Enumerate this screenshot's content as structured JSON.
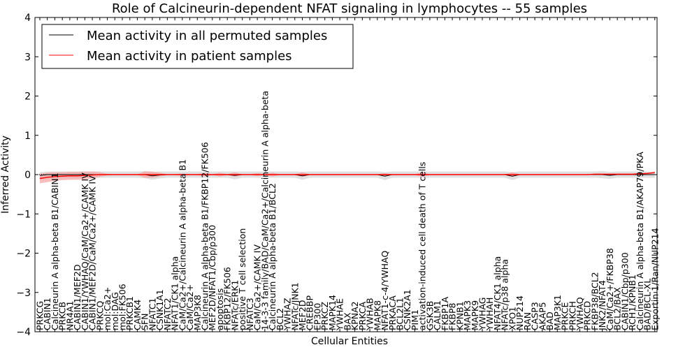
{
  "chart_data": {
    "type": "line",
    "title": "Role of Calcineurin-dependent NFAT signaling in lymphocytes -- 55 samples",
    "xlabel": "Cellular Entities",
    "ylabel": "Inferred Activity",
    "ylim": [
      -4,
      4
    ],
    "yticks": [
      -4,
      -3,
      -2,
      -1,
      0,
      1,
      2,
      3,
      4
    ],
    "grid": false,
    "legend_position": "top-left",
    "categories": [
      "PRKCG",
      "CABIN1",
      "Calcineurin A alpha-beta B1/CABIN1",
      "PRKCB",
      "NR4A1",
      "CABIN1/MEF2D",
      "CABIN1/YWHAQ/CaM/Ca2+/CAMK IV",
      "CABIN1/MEF2D/CaM/Ca2+/CAMK IV",
      "PRKCQ",
      "mol:Ca2+",
      "mol:DAG",
      "mol:FK506",
      "PRKCB1",
      "CAMK4",
      "SFN",
      "NFATC1",
      "CSNK1A1",
      "NFATC2",
      "NFAT1/CK1 alpha",
      "CaM/Ca2+/Calcineurin A alpha-beta B1",
      "CaM/Ca2+",
      "MAP3K8",
      "Calcineurin A alpha-beta B1/FKBP12/FK506",
      "MEF2D/NFAT1/Cbp/p300",
      "apoptosis",
      "FKBP12/FK506",
      "NFATc/ERK1",
      "positive T cell selection",
      "NFATC3",
      "CaM/Ca2+/CAMK IV",
      "14-3-3 family/BAD/CaM/Ca2+/Calcineurin A alpha-beta",
      "Calcineurin A alpha-beta B1/BCL2",
      "BCL2",
      "YWHAZ",
      "NFATc/JNK1",
      "MEF2D",
      "CREBBP",
      "EP300",
      "PRKCZ",
      "MAPK14",
      "YWHAE",
      "BAX",
      "KPNA2",
      "PRKCA",
      "YWHAB",
      "MAPK8",
      "NFAT1-c-4/YWHAQ",
      "PRKACA",
      "BCL2L1",
      "CSNK2A1",
      "PIM1",
      "activation-induced cell death of T cells",
      "GSK3B",
      "CALM1",
      "FKBP1A",
      "FKBP8",
      "KPNB1",
      "MAPK3",
      "MAPK9",
      "YWHAG",
      "YWHAH",
      "NFAT4/CK1 alpha",
      "NFATc/p38 alpha",
      "XPO1",
      "NUP214",
      "RAN",
      "CASP3",
      "AKAP5",
      "BAD",
      "MAP3K1",
      "PRKCE",
      "PRKCH",
      "YWHAQ",
      "PRKCD",
      "FKBP38/BCL2",
      "JNK2/NFAT4",
      "CaM/Ca2+/FKBP38",
      "BCL2/BAX",
      "CABIN1/Cbp/p300",
      "RCH1/KPNB1",
      "Calcineurin A alpha-beta B1/AKAP79/PKA",
      "BAD/BCL-XL",
      "Exportin 1/Ran/NUP214"
    ],
    "series": [
      {
        "name": "Mean activity in all permuted samples",
        "color": "#000000",
        "band_color": "#cccccc",
        "values": [
          -0.02,
          0,
          0,
          0,
          0,
          0,
          0,
          0,
          0,
          0,
          0,
          0,
          0,
          0,
          0,
          -0.03,
          -0.01,
          0,
          0,
          0,
          0,
          0,
          0,
          0,
          0,
          0,
          -0.02,
          0,
          0,
          0,
          0,
          0,
          0,
          0,
          0,
          -0.03,
          0,
          0,
          0,
          0,
          0,
          0,
          0,
          0,
          0,
          0,
          -0.04,
          0,
          0,
          0,
          0,
          0,
          0,
          0,
          0,
          0,
          0,
          0,
          0,
          0,
          0,
          0,
          0,
          -0.04,
          0,
          0,
          0,
          0,
          0,
          0,
          0,
          0,
          0,
          0,
          0,
          0,
          -0.02,
          0,
          0,
          0,
          0,
          0,
          0
        ],
        "band": [
          0.08,
          0.08,
          0.08,
          0.08,
          0.08,
          0.08,
          0.08,
          0.08,
          0.08,
          0.08,
          0.08,
          0.08,
          0.08,
          0.08,
          0.09,
          0.1,
          0.09,
          0.08,
          0.08,
          0.08,
          0.08,
          0.08,
          0.08,
          0.08,
          0.08,
          0.08,
          0.1,
          0.08,
          0.08,
          0.08,
          0.08,
          0.08,
          0.08,
          0.08,
          0.08,
          0.1,
          0.08,
          0.08,
          0.08,
          0.08,
          0.08,
          0.08,
          0.08,
          0.08,
          0.08,
          0.08,
          0.1,
          0.08,
          0.08,
          0.08,
          0.08,
          0.08,
          0.08,
          0.08,
          0.08,
          0.08,
          0.08,
          0.08,
          0.08,
          0.08,
          0.08,
          0.08,
          0.08,
          0.1,
          0.08,
          0.08,
          0.08,
          0.08,
          0.08,
          0.08,
          0.08,
          0.08,
          0.08,
          0.08,
          0.08,
          0.09,
          0.09,
          0.08,
          0.08,
          0.08,
          0.08,
          0.08,
          0.08
        ]
      },
      {
        "name": "Mean activity in patient samples",
        "color": "#ff0000",
        "band_color": "#f4a0a0",
        "values": [
          -0.1,
          -0.07,
          -0.05,
          -0.04,
          -0.03,
          -0.03,
          -0.02,
          -0.01,
          0,
          0,
          0,
          0,
          0,
          0,
          0,
          0,
          0,
          0,
          0,
          0,
          0,
          0,
          0,
          0,
          0,
          0,
          0,
          0,
          0,
          0,
          0,
          0,
          0,
          0,
          0,
          0,
          0,
          0,
          0,
          0,
          0,
          0,
          0,
          0,
          0,
          0,
          0,
          0,
          0,
          0,
          0,
          0,
          0,
          0,
          0,
          0,
          0,
          0,
          0,
          0,
          0,
          0,
          0,
          0,
          0,
          0,
          0,
          0,
          0,
          0,
          0,
          0,
          0,
          0,
          0.01,
          0.01,
          0.01,
          0.01,
          0.01,
          0.01,
          0.02,
          0.03,
          0.05
        ],
        "band": [
          0.12,
          0.12,
          0.11,
          0.1,
          0.1,
          0.1,
          0.1,
          0.09,
          0.06,
          0.02,
          0.01,
          0.01,
          0.01,
          0.01,
          0.08,
          0.08,
          0.05,
          0.01,
          0.01,
          0.03,
          0.01,
          0.01,
          0.05,
          0.01,
          0.05,
          0.01,
          0.06,
          0.01,
          0.01,
          0.04,
          0.01,
          0.05,
          0.01,
          0.01,
          0.01,
          0.06,
          0.01,
          0.01,
          0.01,
          0.01,
          0.01,
          0.01,
          0.01,
          0.01,
          0.01,
          0.01,
          0.04,
          0.01,
          0.01,
          0.01,
          0.01,
          0.06,
          0.01,
          0.01,
          0.01,
          0.01,
          0.01,
          0.01,
          0.01,
          0.01,
          0.01,
          0.01,
          0.01,
          0.06,
          0.01,
          0.01,
          0.01,
          0.01,
          0.01,
          0.01,
          0.01,
          0.01,
          0.01,
          0.01,
          0.02,
          0.02,
          0.02,
          0.02,
          0.02,
          0.02,
          0.02,
          0.02,
          0.02
        ]
      }
    ]
  }
}
